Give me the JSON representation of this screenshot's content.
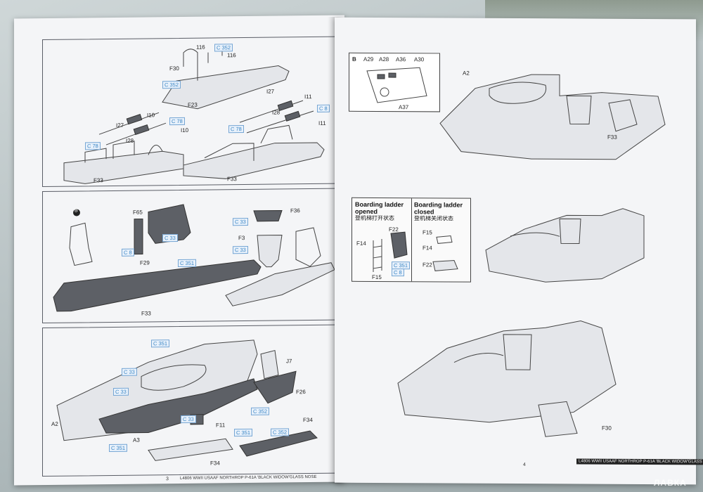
{
  "left_page": {
    "panel1": {
      "labels": [
        "116",
        "116",
        "F30",
        "F23",
        "I27",
        "I10",
        "I10",
        "I28",
        "F33",
        "I27",
        "I11",
        "I28",
        "I11",
        "F33"
      ],
      "tags": [
        "C 352",
        "C 352",
        "C 78",
        "C 78",
        "C 78",
        "C 8"
      ]
    },
    "panel2": {
      "labels": [
        "F65",
        "F29",
        "F33",
        "F36",
        "F3"
      ],
      "tags": [
        "C 33",
        "C 8",
        "C 351",
        "C 33",
        "C 33"
      ],
      "step_badge": "B"
    },
    "panel3": {
      "labels": [
        "J7",
        "F26",
        "F34",
        "A2",
        "F11",
        "A3",
        "F34"
      ],
      "tags": [
        "C 351",
        "C 33",
        "C 33",
        "C 33",
        "C 352",
        "C 351",
        "C 352",
        "C 351"
      ]
    },
    "page_number": "3",
    "footer": "L4806 WWII USAAF NORTHROP P-61A 'BLACK WIDOW'GLASS NOSE"
  },
  "right_page": {
    "inset": {
      "badge": "B",
      "parts": [
        "A29",
        "A28",
        "A36",
        "A30"
      ],
      "bottom_label": "A37"
    },
    "top_labels": [
      "A2",
      "F33"
    ],
    "ladder": {
      "opened_title": "Boarding ladder opened",
      "opened_zh": "登机梯打开状态",
      "closed_title": "Boarding ladder closed",
      "closed_zh": "登机梯关闭状态",
      "opened_parts": [
        "F22",
        "F14",
        "F15"
      ],
      "opened_tags": [
        "C 351",
        "C 8"
      ],
      "closed_parts": [
        "F15",
        "F14",
        "F22"
      ]
    },
    "bottom_labels": [
      "F30"
    ],
    "page_number": "4",
    "footer": "L4806 WWII USAAF NORTHROP P-61A 'BLACK WIDOW'GLASS NOSE"
  },
  "watermark": "ЛАВКА"
}
